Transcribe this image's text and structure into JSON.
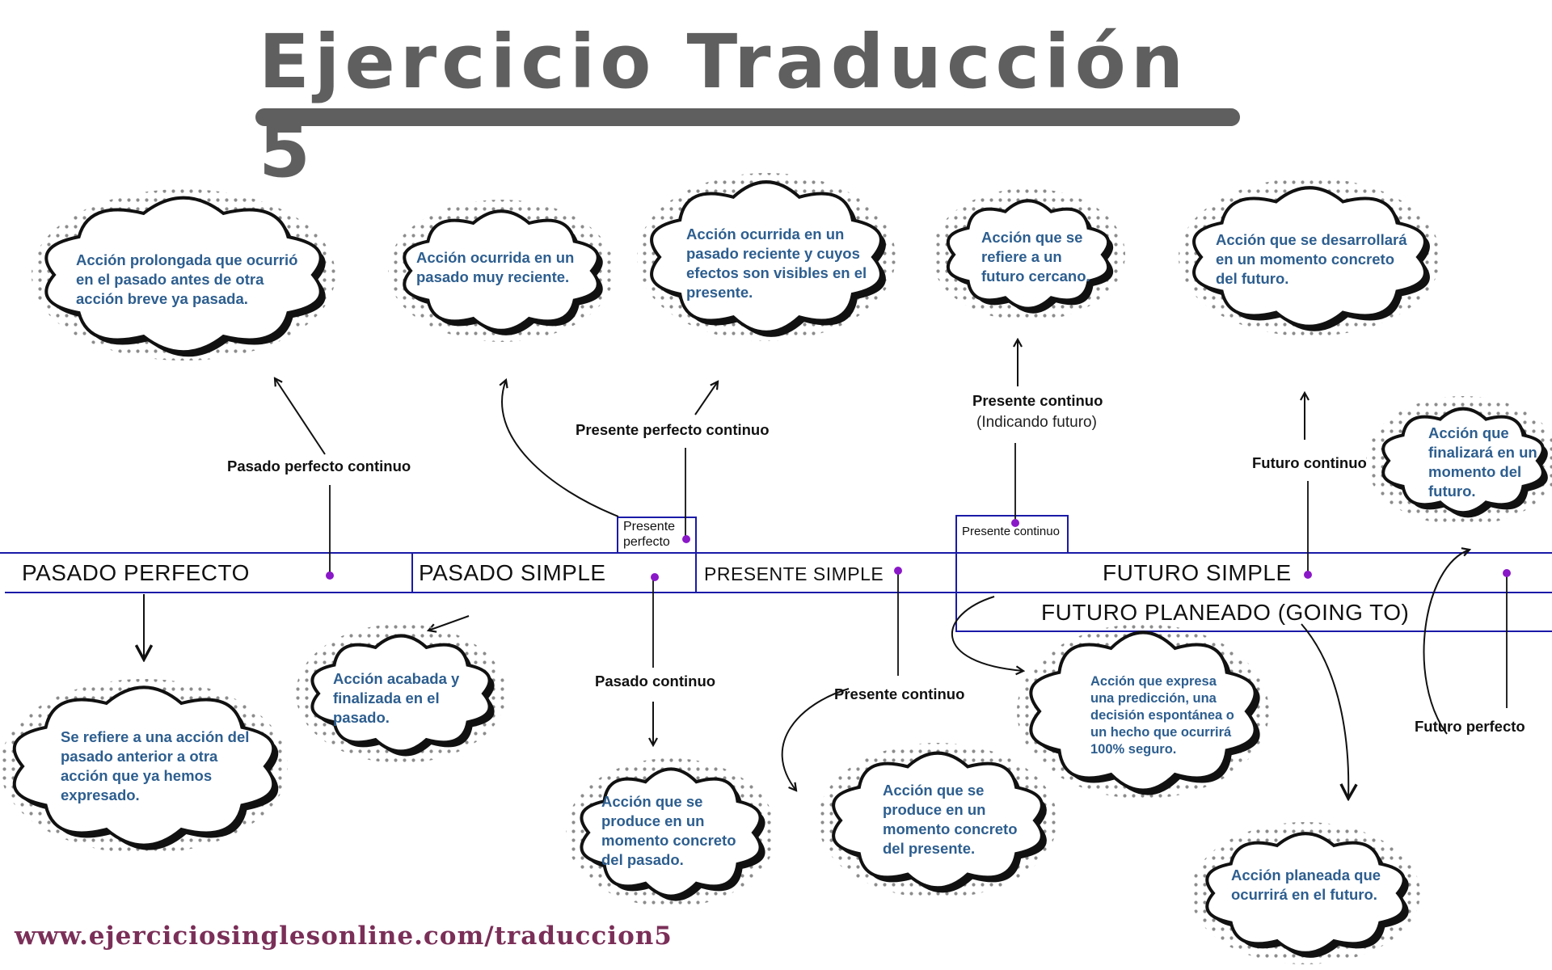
{
  "title": "Ejercicio Traducción 5",
  "footer_url": "www.ejerciciosinglesonline.com/traduccion5",
  "colors": {
    "title": "#5f5f5f",
    "timeline": "#1a1aa8",
    "dot": "#8a18c8",
    "cloud_text": "#2d5e8f",
    "url": "#7a2f58"
  },
  "timeline": {
    "pasado_perfecto": "PASADO PERFECTO",
    "pasado_simple": "PASADO SIMPLE",
    "presente_simple": "PRESENTE SIMPLE",
    "futuro_simple": "FUTURO SIMPLE",
    "futuro_planeado": "FUTURO PLANEADO (GOING TO)",
    "presente_perfecto_box": "Presente perfecto",
    "presente_continuo_box": "Presente continuo"
  },
  "labels": {
    "pasado_perfecto_continuo": "Pasado perfecto continuo",
    "presente_perfecto_continuo": "Presente perfecto continuo",
    "presente_continuo_futuro": "Presente continuo",
    "indicando_futuro": "(Indicando futuro)",
    "futuro_continuo": "Futuro continuo",
    "pasado_continuo": "Pasado continuo",
    "presente_continuo": "Presente continuo",
    "futuro_perfecto": "Futuro perfecto"
  },
  "clouds": {
    "c1": "Acción prolongada que ocurrió en el pasado antes de otra acción breve ya pasada.",
    "c2": "Acción ocurrida en un pasado muy reciente.",
    "c3": "Acción ocurrida en un pasado reciente y cuyos efectos son visibles en el presente.",
    "c4": "Acción que se refiere a un futuro cercano.",
    "c5": "Acción que se desarrollará en un momento concreto del futuro.",
    "c6": "Acción que finalizará en un momento del futuro.",
    "c7": "Se refiere a una acción del pasado anterior a otra acción que ya hemos expresado.",
    "c8": "Acción acabada y finalizada en el pasado.",
    "c9": "Acción que se produce en un momento concreto del pasado.",
    "c10": "Acción que se produce en un momento concreto del presente.",
    "c11": "Acción que expresa una predicción, una decisión espontánea o un hecho que ocurrirá 100% seguro.",
    "c12": "Acción planeada que ocurrirá en el futuro."
  }
}
